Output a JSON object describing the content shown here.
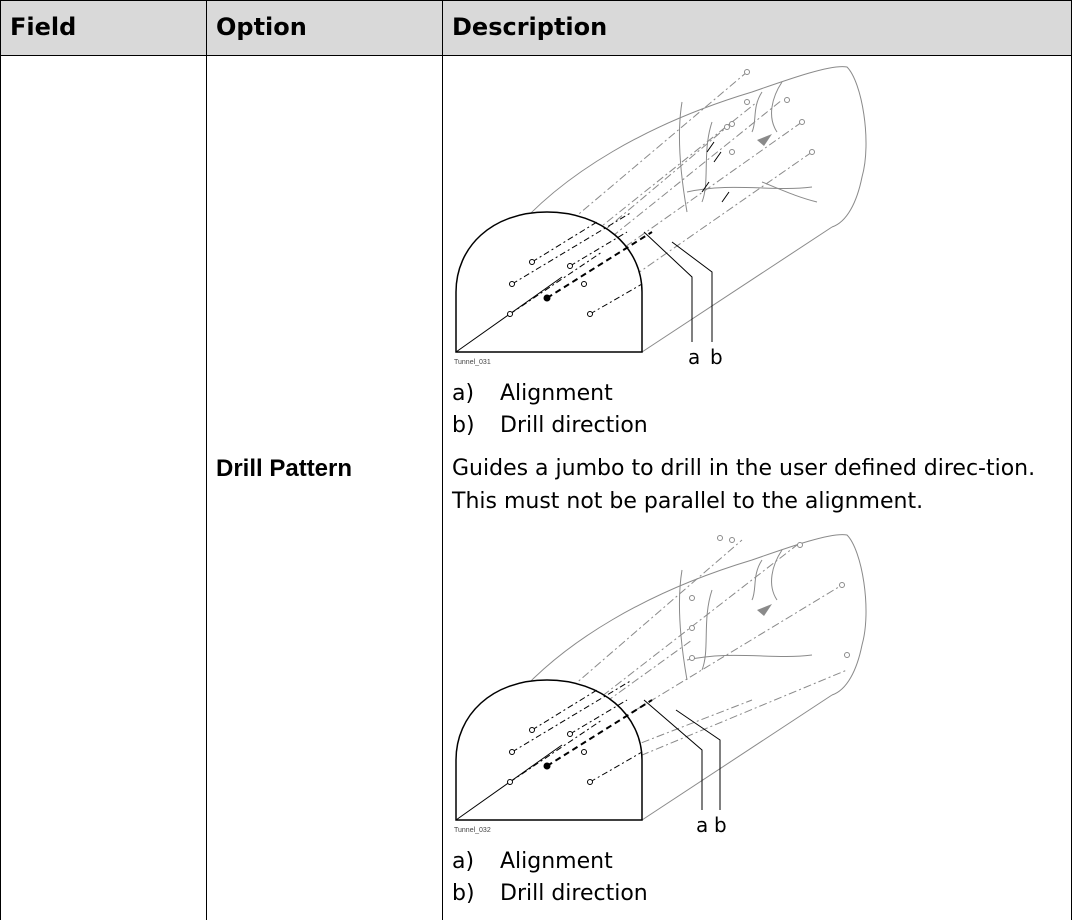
{
  "table": {
    "headers": {
      "field": "Field",
      "option": "Option",
      "description": "Description"
    },
    "row": {
      "option": "Drill Pattern",
      "description": "Guides a jumbo to drill in the user defined direc-tion. This must not be parallel to the alignment."
    }
  },
  "figure1": {
    "tag": "Tunnel_031",
    "label_a": "a",
    "label_b": "b",
    "legend": [
      {
        "key": "a)",
        "text": "Alignment"
      },
      {
        "key": "b)",
        "text": "Drill direction"
      }
    ]
  },
  "figure2": {
    "tag": "Tunnel_032",
    "label_a": "a",
    "label_b": "b",
    "legend": [
      {
        "key": "a)",
        "text": "Alignment"
      },
      {
        "key": "b)",
        "text": "Drill direction"
      }
    ]
  }
}
